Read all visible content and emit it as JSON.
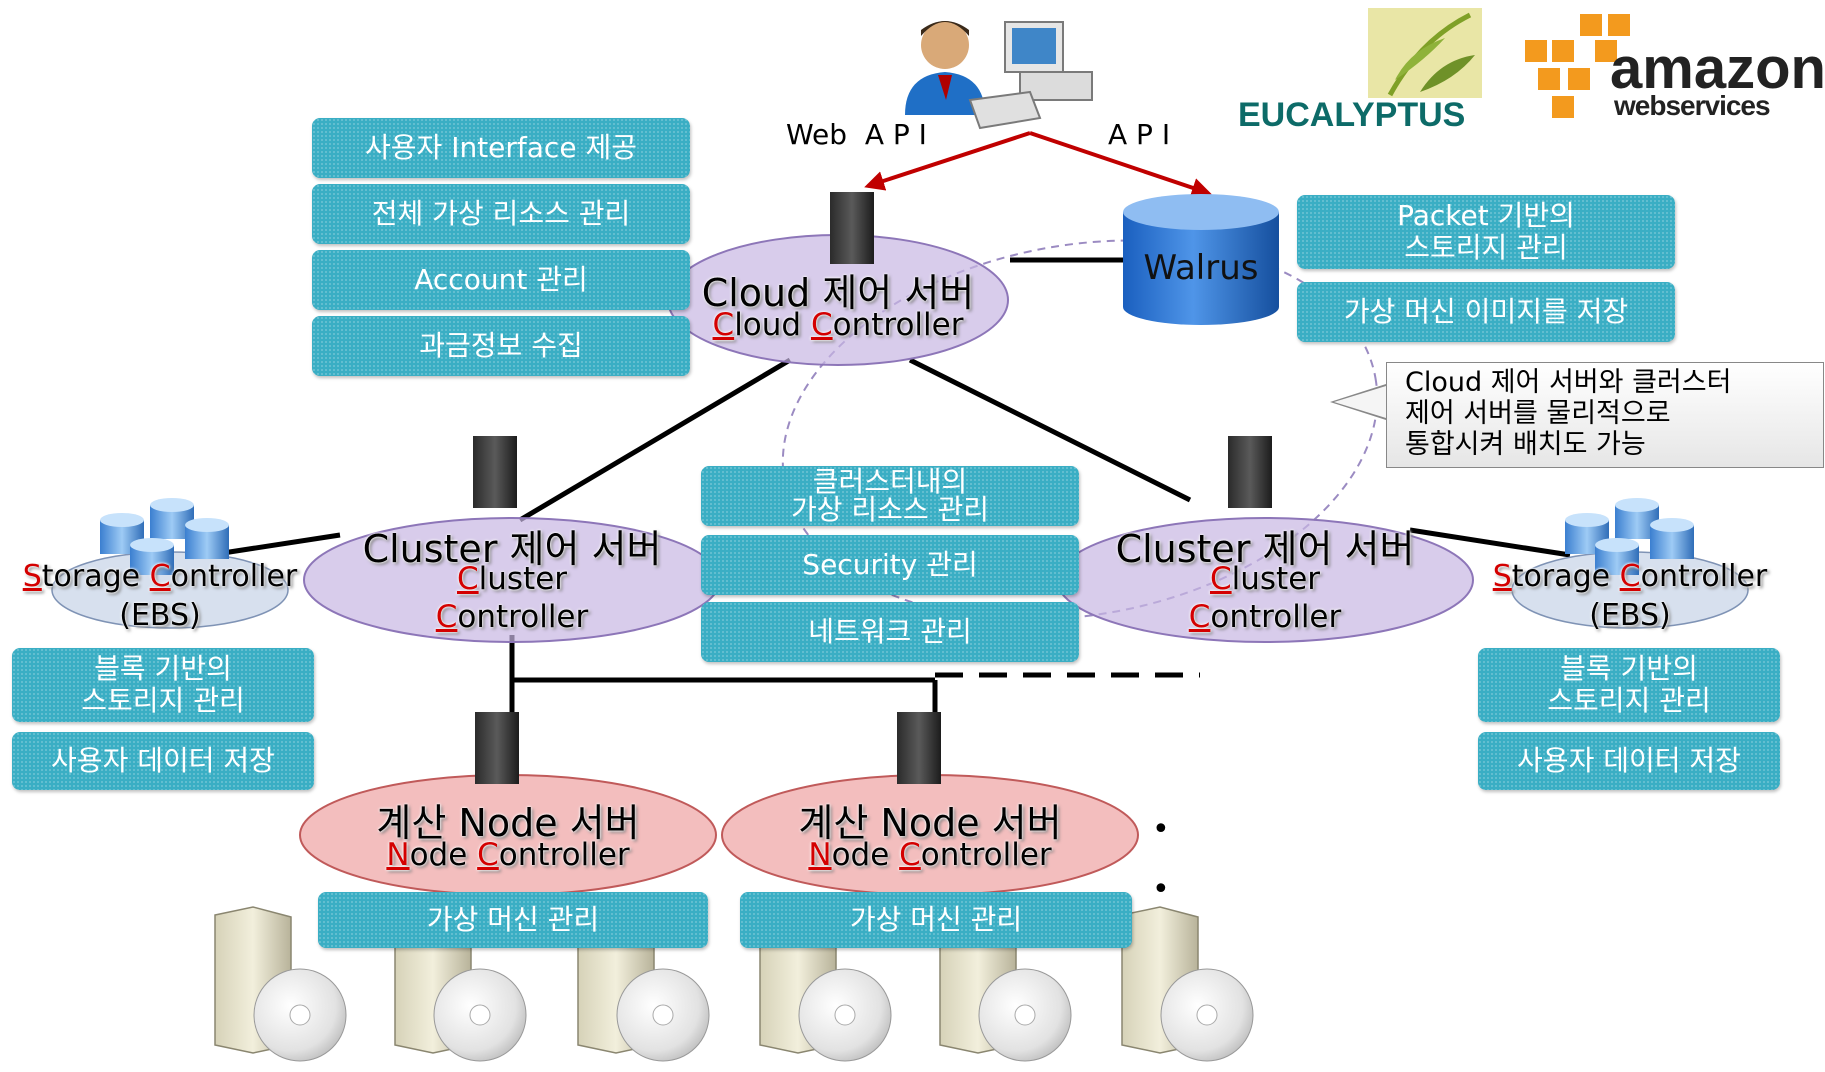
{
  "api_labels": {
    "web_api": "Web  A P I",
    "api": "A P I"
  },
  "logos": {
    "eucalyptus": "EUCALYPTUS",
    "amazon_top": "amazon",
    "amazon_bottom": "webservices"
  },
  "cloud_node": {
    "title": "Cloud 제어 서버",
    "subtitle_words": [
      "Cloud",
      "Controller"
    ],
    "functions": [
      "사용자 Interface 제공",
      "전체 가상 리소스 관리",
      "Account 관리",
      "과금정보 수집"
    ]
  },
  "walrus": {
    "label": "Walrus",
    "functions": [
      [
        "Packet 기반의",
        "스토리지 관리"
      ],
      "가상 머신 이미지를 저장"
    ]
  },
  "callout": {
    "lines": [
      "Cloud 제어 서버와 클러스터",
      "제어 서버를 물리적으로",
      "통합시켜 배치도 가능"
    ]
  },
  "cluster_node": {
    "title": "Cluster 제어 서버",
    "line1": "Cluster",
    "line2": "Controller"
  },
  "cluster_functions": [
    [
      "클러스터내의",
      "가상 리소스 관리"
    ],
    "Security 관리",
    "네트워크 관리"
  ],
  "storage_node": {
    "title_words": [
      "Storage",
      "Controller"
    ],
    "sub": "(EBS)",
    "functions": [
      [
        "블록 기반의",
        "스토리지 관리"
      ],
      "사용자 데이터 저장"
    ]
  },
  "compute_node": {
    "title": "계산 Node 서버",
    "subtitle_words": [
      "Node",
      "Controller"
    ],
    "function": "가상 머신 관리"
  },
  "continuation_dots": [
    "•",
    "•"
  ],
  "colors": {
    "teal_box": "#3aaec4",
    "cluster_ellipse": "#c8b6e2",
    "node_ellipse": "#f1b3b3",
    "api_arrow": "#c00000",
    "walrus_blue": "#2e6fc9",
    "highlight_letter": "#d40000"
  }
}
